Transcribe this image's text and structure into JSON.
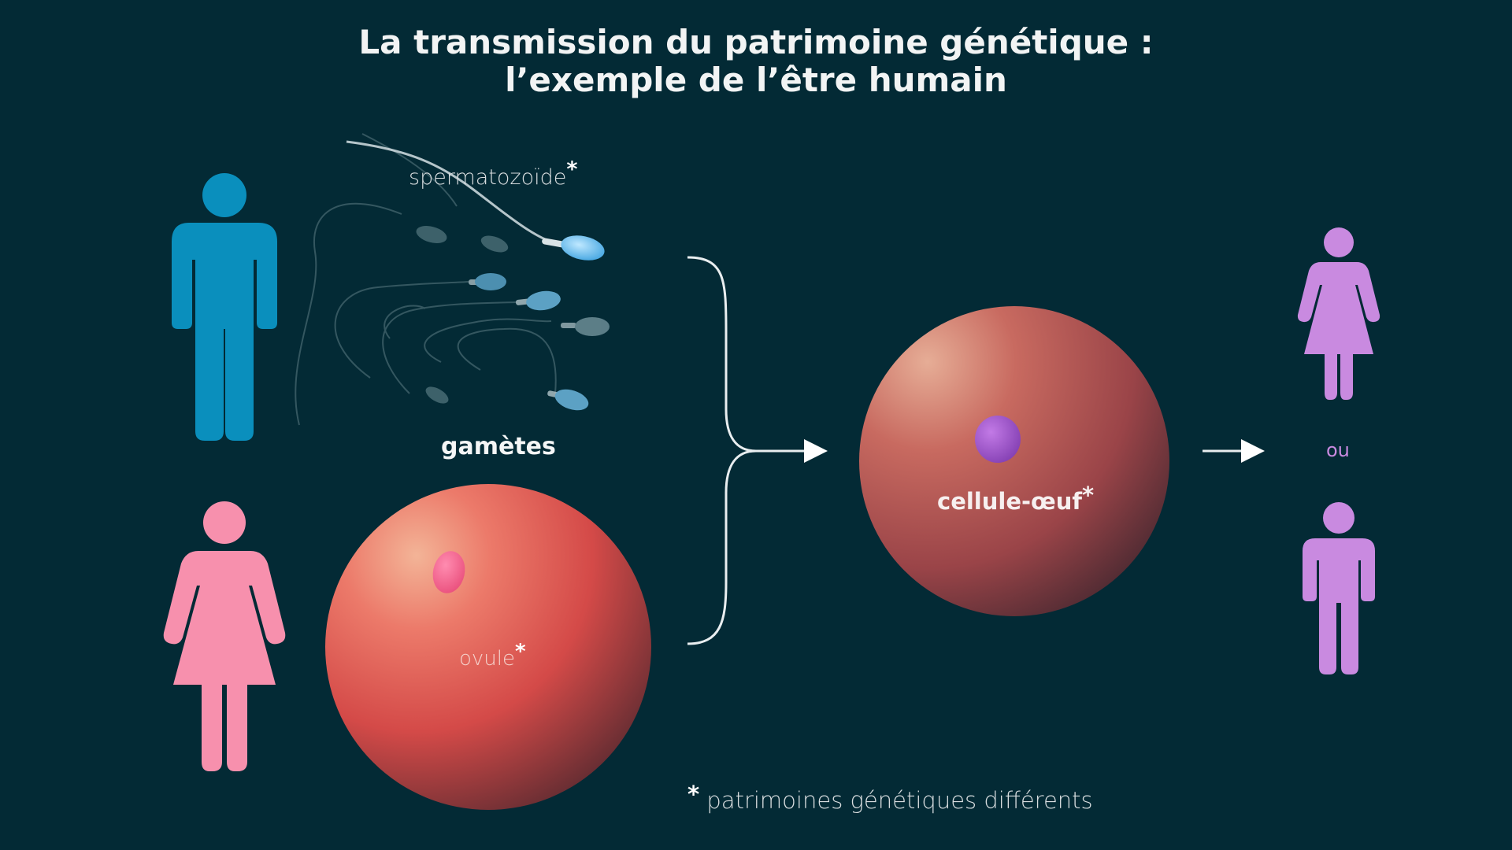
{
  "title": {
    "line1": "La transmission du patrimoine génétique :",
    "line2": "l’exemple de l’être humain"
  },
  "labels": {
    "sperm": "spermatozoïde",
    "gametes": "gamètes",
    "ovum": "ovule",
    "zygote": "cellule-œuf",
    "or": "ou",
    "asterisk": "*"
  },
  "footnote": {
    "text": "patrimoines génétiques différents"
  },
  "colors": {
    "background": "#032a35",
    "father": "#0a8fbd",
    "mother": "#f790ad",
    "children": "#c98ae0",
    "ovum_nucleus": "#f0608a",
    "zygote_nucleus": "#9a50c8",
    "cell": "#e0524a"
  }
}
